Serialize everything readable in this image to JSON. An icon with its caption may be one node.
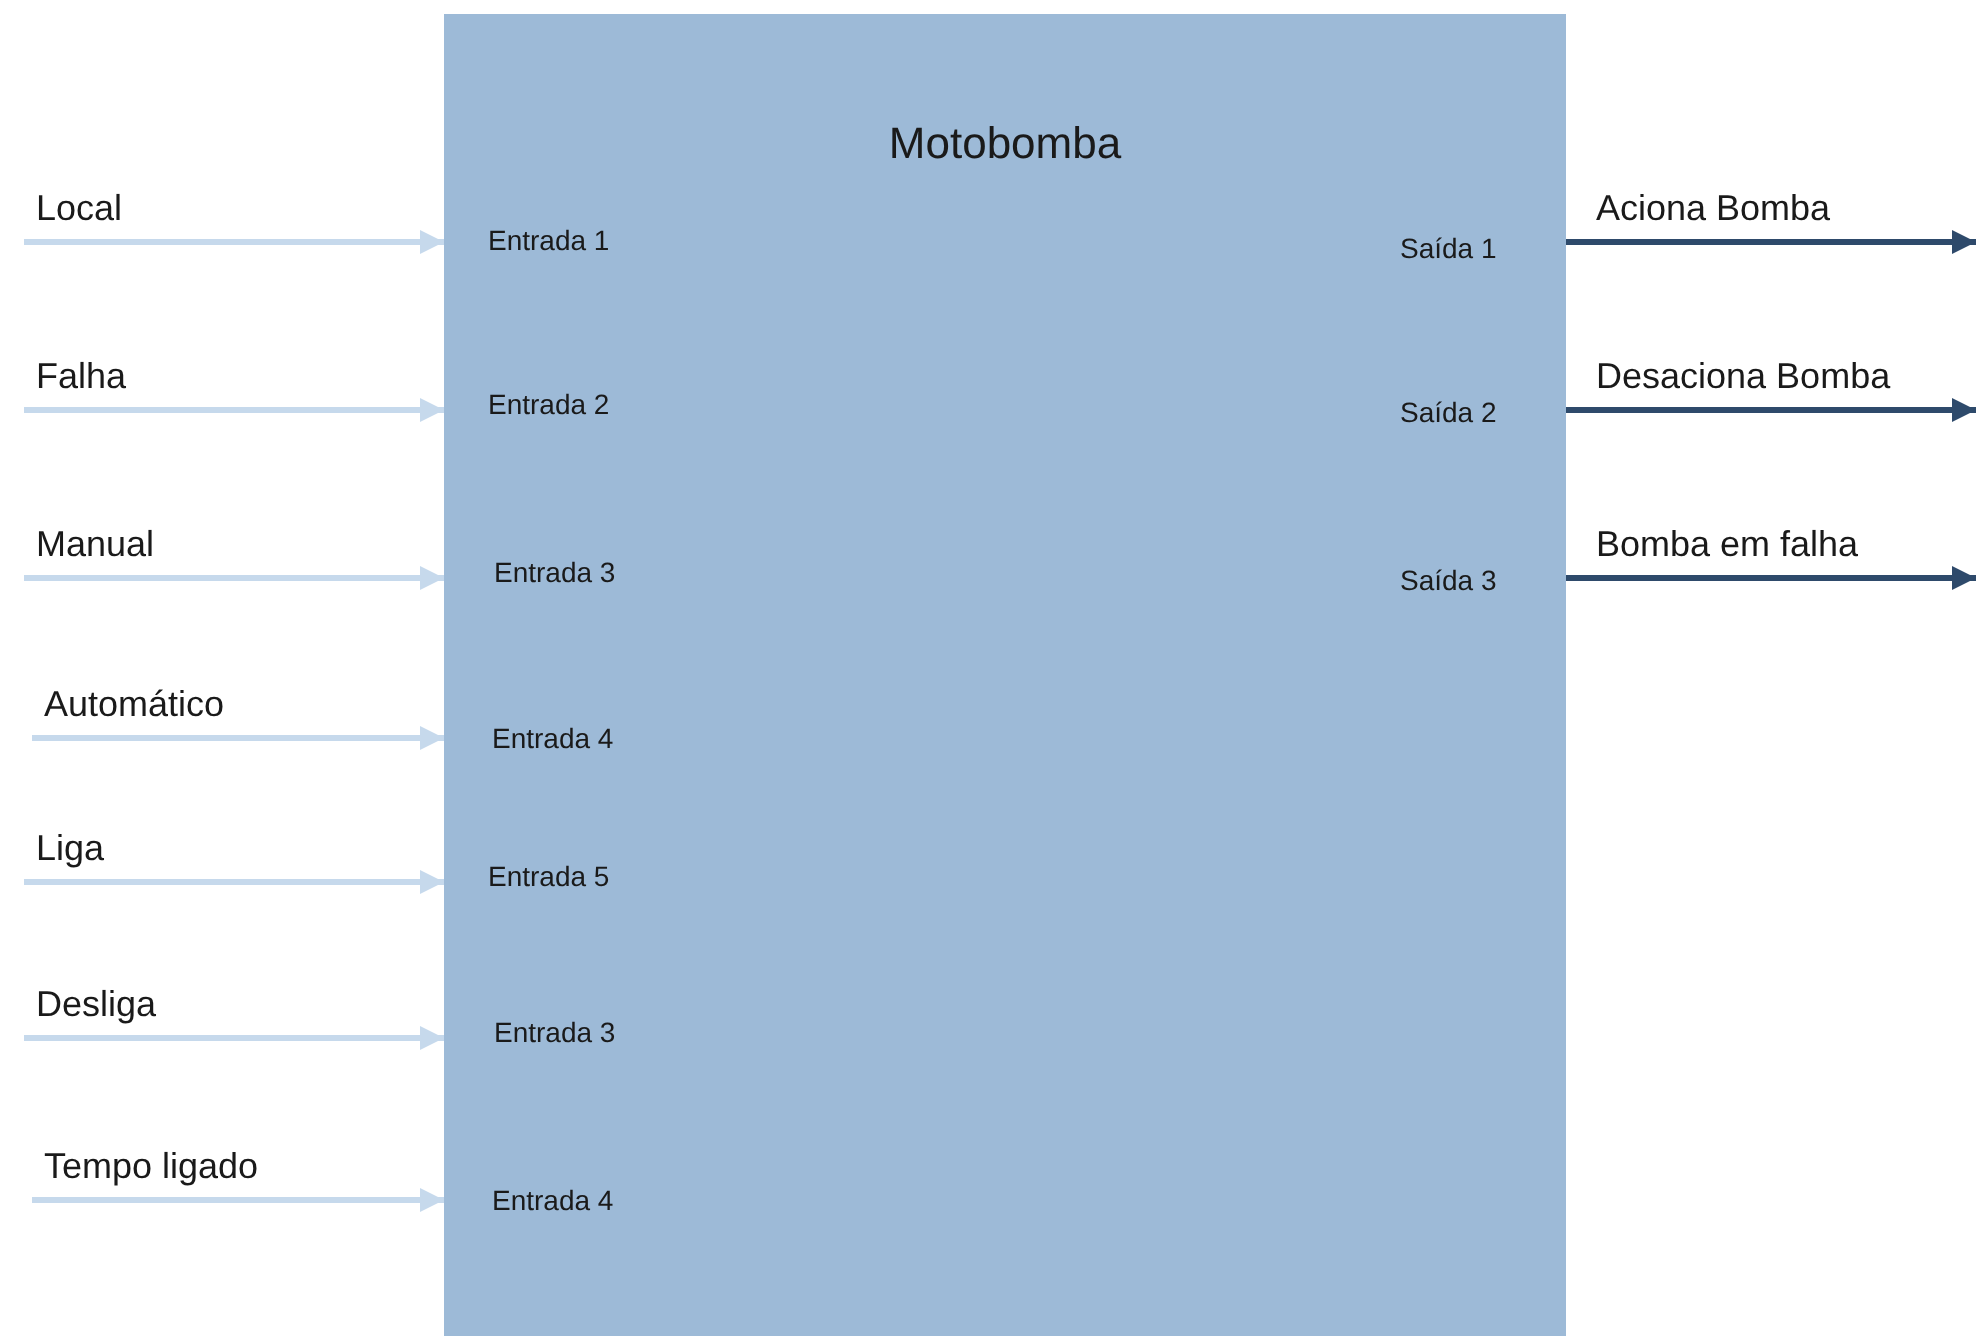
{
  "diagram": {
    "nodes": [
      {
        "text": [
          "Motobomba"
        ]
      },
      {
        "text": [
          "Local"
        ]
      },
      {
        "text": [
          "Falha"
        ]
      },
      {
        "text": [
          "Manual"
        ]
      },
      {
        "text": [
          "Automático"
        ]
      },
      {
        "text": [
          "Liga"
        ]
      },
      {
        "text": [
          "Desliga"
        ]
      },
      {
        "text": [
          "Tempo ligado"
        ]
      },
      {
        "text": [
          "Aciona Bomba"
        ]
      },
      {
        "text": [
          "Desaciona Bomba"
        ]
      },
      {
        "text": [
          "Bomba em falha"
        ]
      }
    ],
    "edges": [
      {
        "from": 1,
        "to": 0,
        "arrow": "to"
      },
      {
        "from": 2,
        "to": 0,
        "arrow": "to"
      },
      {
        "from": 3,
        "to": 0,
        "arrow": "to"
      },
      {
        "from": 4,
        "to": 0,
        "arrow": "to"
      },
      {
        "from": 5,
        "to": 0,
        "arrow": "to"
      },
      {
        "from": 6,
        "to": 0,
        "arrow": "to"
      },
      {
        "from": 7,
        "to": 0,
        "arrow": "to"
      },
      {
        "from": 0,
        "to": 8,
        "arrow": "to",
        "color": "#2e4a6b"
      },
      {
        "from": 0,
        "to": 9,
        "arrow": "to",
        "color": "#2e4a6b"
      },
      {
        "from": 0,
        "to": 10,
        "arrow": "to",
        "color": "#2e4a6b"
      }
    ],
    "labels": [
      "Entrada 1",
      "Saída 1",
      "Entrada 2",
      "Saída 2",
      "Entrada 3",
      "Saída 3",
      "Entrada 4",
      "Entrada 5",
      "Entrada 3",
      "Entrada 4"
    ]
  }
}
